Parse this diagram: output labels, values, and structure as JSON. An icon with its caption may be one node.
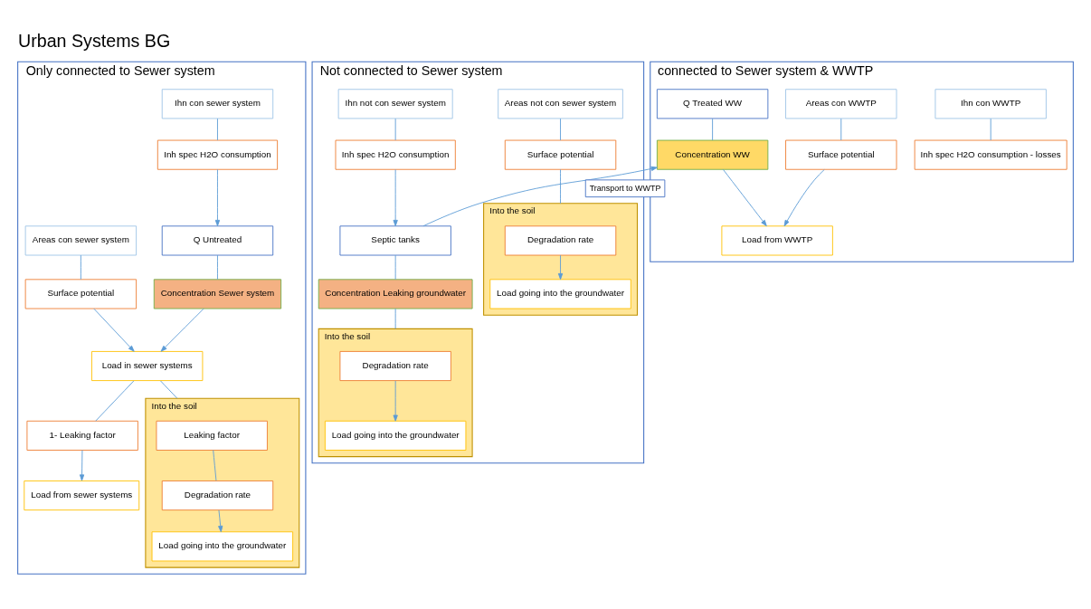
{
  "diagram": {
    "title": "Urban Systems BG",
    "nodes": [
      {
        "text": [
          "Only connected to Sewer system"
        ]
      },
      {
        "text": [
          "Ihn con sewer system"
        ],
        "in": 0
      },
      {
        "text": [
          "Areas con sewer system"
        ],
        "in": 0
      },
      {
        "text": [
          "Inh spec H2O consumption"
        ],
        "in": 0
      },
      {
        "text": [
          "Surface potential"
        ],
        "in": 0
      },
      {
        "text": [
          "Q Untreated"
        ],
        "in": 0
      },
      {
        "text": [
          "Concentration Sewer system"
        ],
        "in": 0
      },
      {
        "text": [
          "Load in sewer systems"
        ],
        "in": 0
      },
      {
        "text": [
          "1- Leaking factor"
        ],
        "in": 0
      },
      {
        "text": [
          "Load from sewer systems"
        ],
        "in": 0
      },
      {
        "text": [
          "Into the soil"
        ],
        "in": 0
      },
      {
        "text": [
          "Leaking factor"
        ],
        "in": 10
      },
      {
        "text": [
          "Degradation rate"
        ],
        "in": 10
      },
      {
        "text": [
          "Load going into the groundwater"
        ],
        "in": 10
      },
      {
        "text": [
          "Not connected to Sewer system"
        ]
      },
      {
        "text": [
          "Areas not con sewer system"
        ],
        "in": 14
      },
      {
        "text": [
          "Ihn not con sewer system"
        ],
        "in": 14
      },
      {
        "text": [
          "Surface potential"
        ],
        "in": 14
      },
      {
        "text": [
          "Inh spec H2O consumption"
        ],
        "in": 14
      },
      {
        "text": [
          "Septic tanks"
        ],
        "in": 14
      },
      {
        "text": [
          "Into the soil"
        ],
        "in": 14
      },
      {
        "text": [
          "Degradation rate"
        ],
        "in": 20
      },
      {
        "text": [
          "Load going into the groundwater"
        ],
        "in": 20
      },
      {
        "text": [
          "Concentration Leaking groundwater"
        ],
        "in": 14
      },
      {
        "text": [
          "Into the soil"
        ],
        "in": 14
      },
      {
        "text": [
          "Degradation rate"
        ],
        "in": 24
      },
      {
        "text": [
          "Load going into the groundwater"
        ],
        "in": 24
      },
      {
        "text": [
          "connected to Sewer system & WWTP"
        ]
      },
      {
        "text": [
          "Ihn con WWTP"
        ],
        "in": 27
      },
      {
        "text": [
          "Areas con WWTP"
        ],
        "in": 27
      },
      {
        "text": [
          "Inh spec H2O consumption - losses"
        ],
        "in": 27
      },
      {
        "text": [
          "Surface potential"
        ],
        "in": 27
      },
      {
        "text": [
          "Q Treated WW"
        ],
        "in": 27
      },
      {
        "text": [
          "Concentration WW"
        ],
        "in": 27
      },
      {
        "text": [
          "Load from WWTP"
        ],
        "in": 27
      }
    ],
    "edges": [
      {
        "from": 1,
        "to": 3,
        "arrow": "none"
      },
      {
        "from": 2,
        "to": 4,
        "arrow": "none"
      },
      {
        "from": 3,
        "to": 5,
        "arrow": "to"
      },
      {
        "from": 5,
        "to": 6,
        "arrow": "none"
      },
      {
        "from": 6,
        "to": 7,
        "arrow": "to"
      },
      {
        "from": 4,
        "to": 7,
        "arrow": "to"
      },
      {
        "from": 7,
        "to": 8,
        "arrow": "none"
      },
      {
        "from": 8,
        "to": 9,
        "arrow": "to"
      },
      {
        "from": 7,
        "to": 10,
        "arrow": "none"
      },
      {
        "from": 11,
        "to": 12,
        "arrow": "none"
      },
      {
        "from": 12,
        "to": 13,
        "arrow": "to"
      },
      {
        "from": 15,
        "to": 17,
        "arrow": "none"
      },
      {
        "from": 17,
        "to": 20,
        "arrow": "none"
      },
      {
        "from": 21,
        "to": 22,
        "arrow": "to"
      },
      {
        "from": 16,
        "to": 18,
        "arrow": "none"
      },
      {
        "from": 18,
        "to": 19,
        "arrow": "to"
      },
      {
        "from": 19,
        "to": 23,
        "arrow": "none"
      },
      {
        "from": 23,
        "to": 24,
        "arrow": "none"
      },
      {
        "from": 25,
        "to": 26,
        "arrow": "to"
      },
      {
        "from": 19,
        "to": 33,
        "arrow": "to",
        "label": "Transport to WWTP"
      },
      {
        "from": 28,
        "to": 30,
        "arrow": "none"
      },
      {
        "from": 29,
        "to": 31,
        "arrow": "none"
      },
      {
        "from": 32,
        "to": 33,
        "arrow": "none"
      },
      {
        "from": 33,
        "to": 34,
        "arrow": "to"
      },
      {
        "from": 31,
        "to": 34,
        "arrow": "to"
      }
    ]
  }
}
